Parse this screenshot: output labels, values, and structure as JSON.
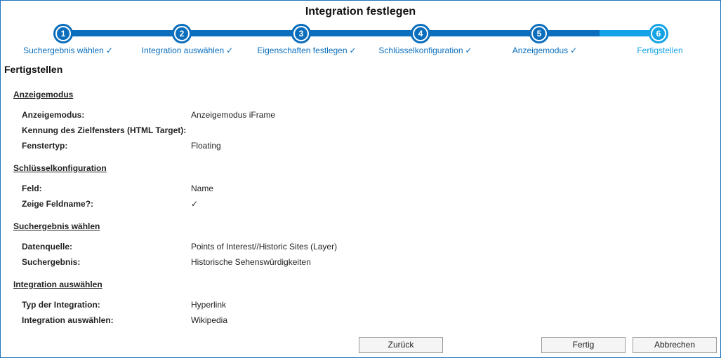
{
  "dialog": {
    "title": "Integration festlegen"
  },
  "steps": [
    {
      "number": "1",
      "label": "Suchergebnis wählen",
      "done": "✓"
    },
    {
      "number": "2",
      "label": "Integration auswählen",
      "done": "✓"
    },
    {
      "number": "3",
      "label": "Eigenschaften festlegen",
      "done": "✓"
    },
    {
      "number": "4",
      "label": "Schlüsselkonfiguration",
      "done": "✓"
    },
    {
      "number": "5",
      "label": "Anzeigemodus",
      "done": "✓"
    },
    {
      "number": "6",
      "label": "Fertigstellen",
      "done": ""
    }
  ],
  "colors": {
    "completed": "#0a6ebd",
    "active": "#14a3e6"
  },
  "page": {
    "heading": "Fertigstellen"
  },
  "groups": [
    {
      "title": "Anzeigemodus",
      "rows": [
        {
          "label": "Anzeigemodus:",
          "value": "Anzeigemodus iFrame"
        },
        {
          "label": "Kennung des Zielfensters (HTML Target):",
          "value": ""
        },
        {
          "label": "Fenstertyp:",
          "value": "Floating"
        }
      ]
    },
    {
      "title": "Schlüsselkonfiguration",
      "rows": [
        {
          "label": "Feld:",
          "value": "Name"
        },
        {
          "label": "Zeige Feldname?:",
          "value": "✓"
        }
      ]
    },
    {
      "title": "Suchergebnis wählen",
      "rows": [
        {
          "label": "Datenquelle:",
          "value": "Points of Interest//Historic Sites (Layer)"
        },
        {
          "label": "Suchergebnis:",
          "value": "Historische Sehenswürdigkeiten"
        }
      ]
    },
    {
      "title": "Integration auswählen",
      "rows": [
        {
          "label": "Typ der Integration:",
          "value": "Hyperlink"
        },
        {
          "label": "Integration auswählen:",
          "value": "Wikipedia"
        }
      ]
    }
  ],
  "buttons": {
    "back": "Zurück",
    "finish": "Fertig",
    "cancel": "Abbrechen"
  }
}
